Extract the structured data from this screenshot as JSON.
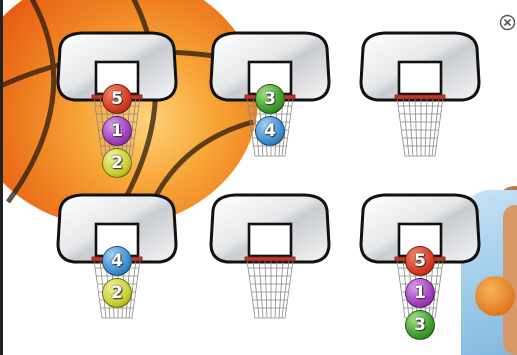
{
  "close_icon": "circle-x-icon",
  "colors": {
    "red": "#d43c22",
    "purple": "#a23fbf",
    "yellow": "#c9d02f",
    "green": "#3d9d2a",
    "blue": "#3b8fd1"
  },
  "hoops": [
    {
      "id": "hoop-1",
      "balls": [
        {
          "label": "5",
          "color": "red"
        },
        {
          "label": "1",
          "color": "purple"
        },
        {
          "label": "2",
          "color": "yellow"
        }
      ]
    },
    {
      "id": "hoop-2",
      "balls": [
        {
          "label": "3",
          "color": "green"
        },
        {
          "label": "4",
          "color": "blue"
        }
      ]
    },
    {
      "id": "hoop-3",
      "balls": []
    },
    {
      "id": "hoop-4",
      "balls": [
        {
          "label": "4",
          "color": "blue"
        },
        {
          "label": "2",
          "color": "yellow"
        }
      ]
    },
    {
      "id": "hoop-5",
      "balls": []
    },
    {
      "id": "hoop-6",
      "balls": [
        {
          "label": "5",
          "color": "red"
        },
        {
          "label": "1",
          "color": "purple"
        },
        {
          "label": "3",
          "color": "green"
        }
      ]
    }
  ]
}
